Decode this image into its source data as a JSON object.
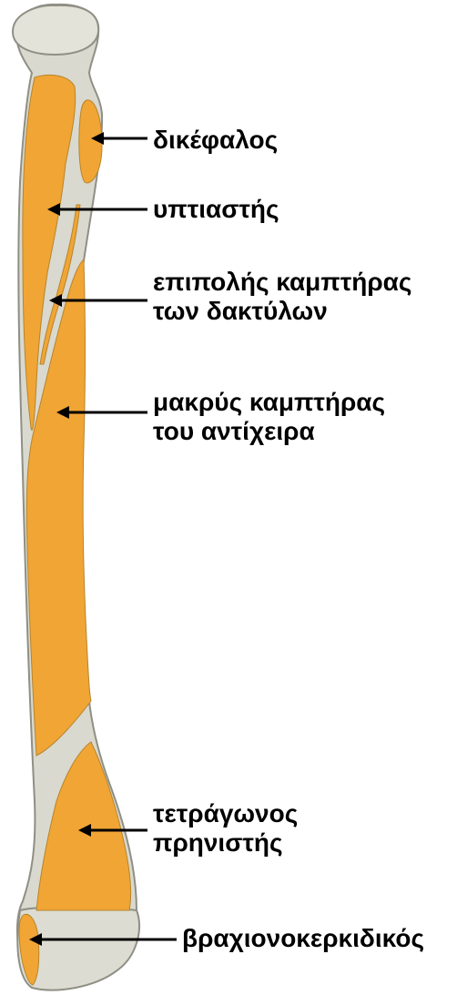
{
  "figure": {
    "bone_color": "#d9d9cf",
    "bone_shadow_color": "#a9a99d",
    "muscle_color": "#f0a535",
    "arrow_color": "#000000"
  },
  "labels": {
    "biceps": "δικέφαλος",
    "supinator": "υπτιαστής",
    "fds_line1": "επιπολής καμπτήρας",
    "fds_line2": "των δακτύλων",
    "fpl_line1": "μακρύς καμπτήρας",
    "fpl_line2": "του αντίχειρα",
    "pq_line1": "τετράγωνος",
    "pq_line2": "πρηνιστής",
    "brachioradialis": "βραχιονοκερκιδικός"
  }
}
